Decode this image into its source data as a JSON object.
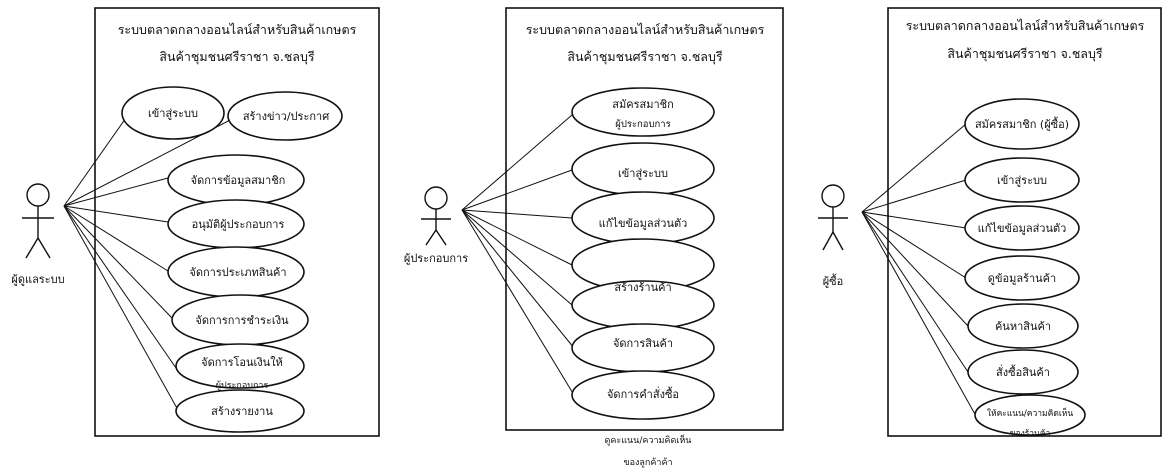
{
  "diagrams": [
    {
      "title_line1": "ระบบตลาดกลางออนไลน์สำหรับสินค้าเกษตร",
      "title_line2": "สินค้าชุมชนศรีราชา จ.ชลบุรี",
      "actor": "ผู้ดูแลระบบ",
      "use_cases": [
        {
          "lines": [
            "เข้าสู่ระบบ"
          ]
        },
        {
          "lines": [
            "สร้างข่าว/ประกาศ"
          ]
        },
        {
          "lines": [
            "จัดการข้อมูลสมาชิก"
          ]
        },
        {
          "lines": [
            "อนุมัติผู้ประกอบการ"
          ]
        },
        {
          "lines": [
            "จัดการประเภทสินค้า"
          ]
        },
        {
          "lines": [
            "จัดการการชำระเงิน"
          ]
        },
        {
          "lines": [
            "จัดการโอนเงินให้",
            "ผู้ประกอบการ"
          ]
        },
        {
          "lines": [
            "สร้างรายงาน"
          ]
        }
      ]
    },
    {
      "title_line1": "ระบบตลาดกลางออนไลน์สำหรับสินค้าเกษตร",
      "title_line2": "สินค้าชุมชนศรีราชา จ.ชลบุรี",
      "actor": "ผู้ประกอบการ",
      "use_cases": [
        {
          "lines": [
            "สมัครสมาชิก",
            "ผู้ประกอบการ"
          ]
        },
        {
          "lines": [
            "เข้าสู่ระบบ"
          ]
        },
        {
          "lines": [
            "แก้ไขข้อมูลส่วนตัว"
          ]
        },
        {
          "lines": [
            ""
          ]
        },
        {
          "lines": [
            "สร้างร้านค้า"
          ]
        },
        {
          "lines": [
            "จัดการสินค้า"
          ]
        },
        {
          "lines": [
            "จัดการคำสั่งซื้อ"
          ]
        }
      ],
      "note_line1": "ดูคะแนน/ความคิดเห็น",
      "note_line2": "ของลูกค้าค้า"
    },
    {
      "title_line1": "ระบบตลาดกลางออนไลน์สำหรับสินค้าเกษตร",
      "title_line2": "สินค้าชุมชนศรีราชา จ.ชลบุรี",
      "actor": "ผู้ซื้อ",
      "use_cases": [
        {
          "lines": [
            "สมัครสมาชิก (ผู้ซื้อ)"
          ]
        },
        {
          "lines": [
            "เข้าสู่ระบบ"
          ]
        },
        {
          "lines": [
            "แก้ไขข้อมูลส่วนตัว"
          ]
        },
        {
          "lines": [
            "ดูข้อมูลร้านค้า"
          ]
        },
        {
          "lines": [
            "ค้นหาสินค้า"
          ]
        },
        {
          "lines": [
            "สั่งซื้อสินค้า"
          ]
        },
        {
          "lines": [
            "ให้คะแนน/ความคิดเห็น",
            "ของร้านค้า"
          ]
        }
      ]
    }
  ]
}
